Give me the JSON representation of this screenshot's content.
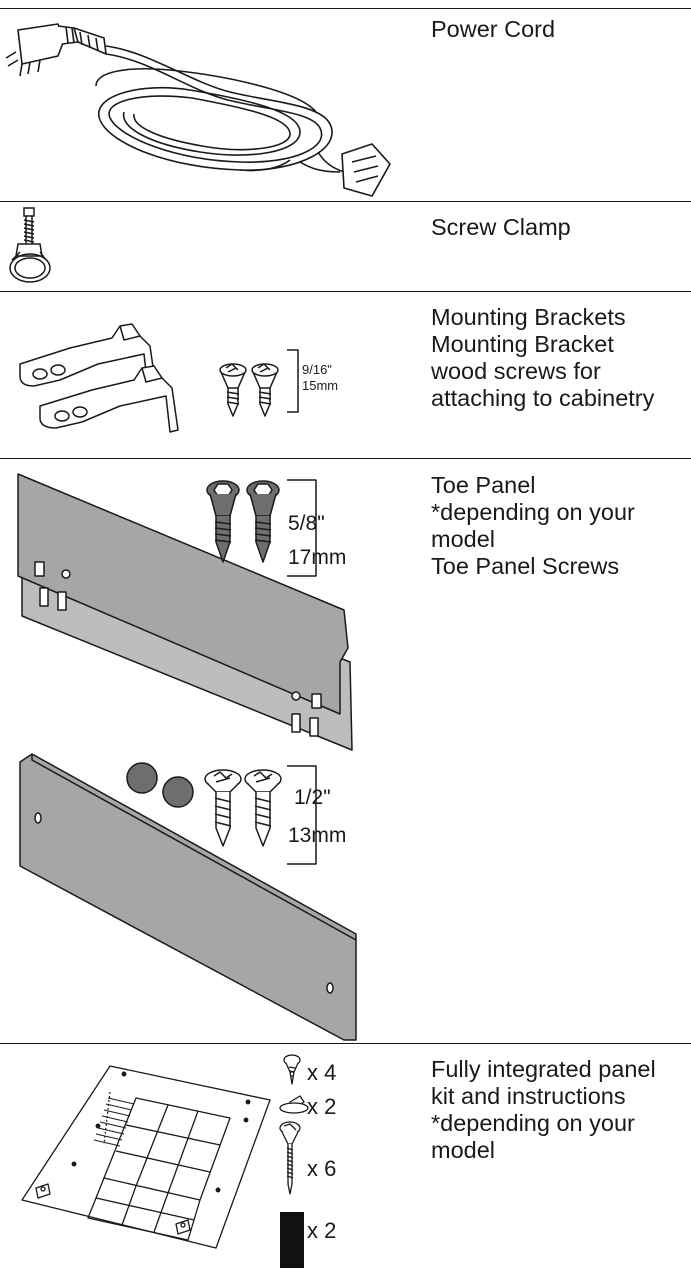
{
  "sections": [
    {
      "lines": [
        "Power Cord"
      ],
      "figure": "power-cord"
    },
    {
      "lines": [
        "Screw Clamp"
      ],
      "figure": "screw-clamp"
    },
    {
      "lines": [
        "Mounting Brackets",
        "Mounting Bracket",
        "wood screws for",
        "attaching to cabinetry"
      ],
      "figure": "mounting-brackets",
      "dims": [
        "9/16\"",
        "15mm"
      ]
    },
    {
      "lines": [
        "Toe Panel",
        "*depending on your",
        "model",
        "Toe Panel Screws"
      ],
      "figure": "toe-panel",
      "dims_a": [
        "5/8\"",
        "17mm"
      ],
      "dims_b": [
        "1/2\"",
        "13mm"
      ]
    },
    {
      "lines": [
        "Fully integrated panel",
        "kit and instructions",
        "*depending on your",
        "model"
      ],
      "figure": "panel-kit",
      "counts": [
        "x 4",
        "x 2",
        "x 6",
        "x 2"
      ]
    }
  ]
}
